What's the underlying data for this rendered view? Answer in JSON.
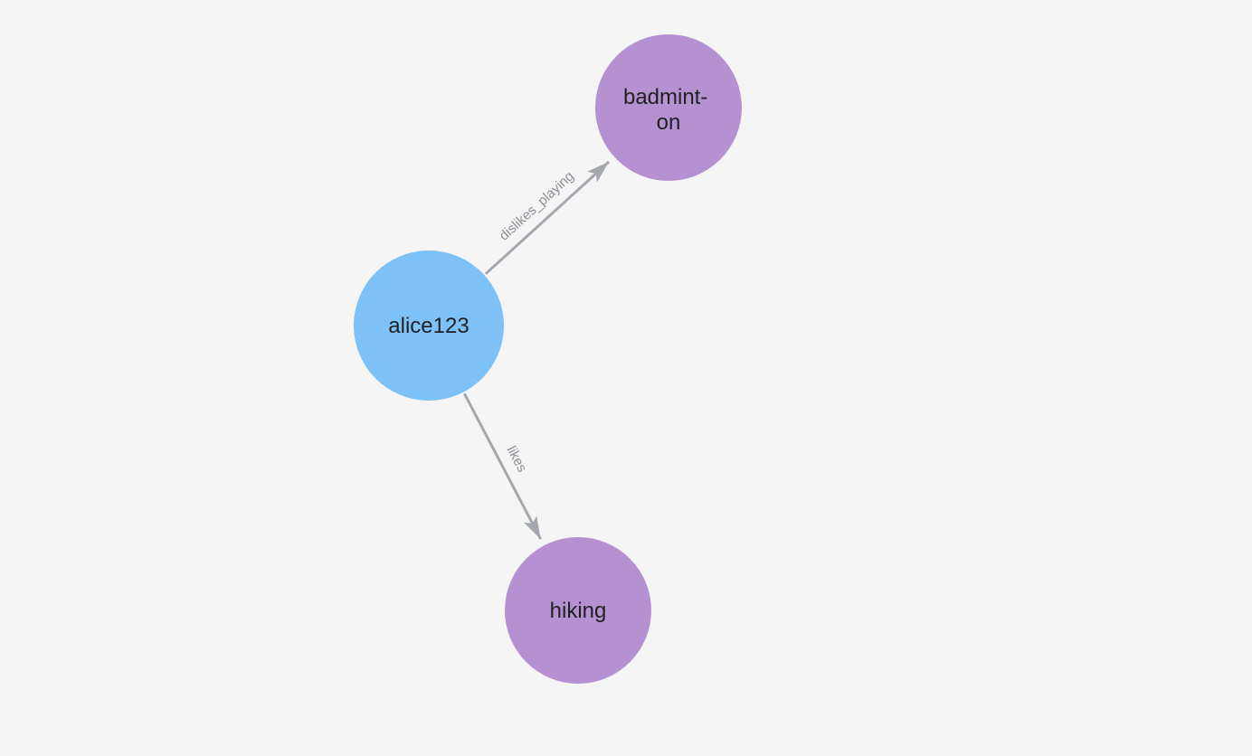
{
  "canvas": {
    "background_color": "#f4f5f4"
  },
  "graph": {
    "nodes": [
      {
        "id": "alice123",
        "label": "alice123",
        "color": "#7dc1f7",
        "text_color": "#1f2023"
      },
      {
        "id": "badminton",
        "label": "badminton",
        "label_line1": "badmint-",
        "label_line2": "on",
        "color": "#b591d1",
        "text_color": "#1f2023"
      },
      {
        "id": "hiking",
        "label": "hiking",
        "color": "#b591d1",
        "text_color": "#1f2023"
      }
    ],
    "edges": [
      {
        "label": "dislikes_playing",
        "from": "alice123",
        "to": "badminton",
        "color": "#a4a7ae",
        "label_color": "#8b8e95"
      },
      {
        "label": "likes",
        "from": "alice123",
        "to": "hiking",
        "color": "#a4a7ae",
        "label_color": "#8b8e95"
      }
    ]
  }
}
